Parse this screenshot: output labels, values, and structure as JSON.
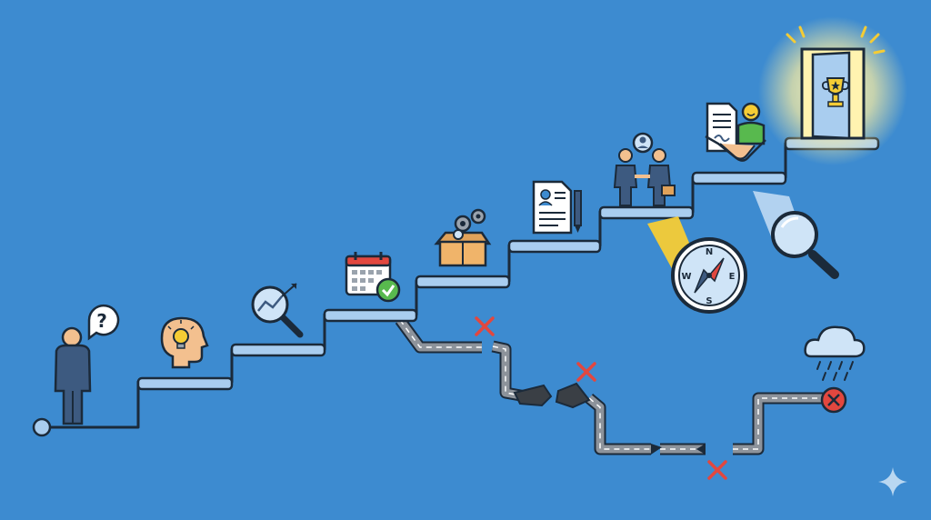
{
  "colors": {
    "background": "#3d8bd0",
    "outline": "#1b2a3a",
    "step_fill": "#a9cdef",
    "road": "#8d939b",
    "road_dash": "#ffffff",
    "fail_red": "#e2473f",
    "success_green": "#58b94e",
    "lamp_yellow": "#f5cc35",
    "door_glow": "#fff3b0",
    "person": "#3d5a80",
    "skin": "#f3c08f"
  },
  "journey": {
    "steps": [
      {
        "name": "idea",
        "icon": "lightbulb-head-icon"
      },
      {
        "name": "research",
        "icon": "magnifier-chart-icon"
      },
      {
        "name": "plan",
        "icon": "calendar-check-icon"
      },
      {
        "name": "build",
        "icon": "box-gears-icon"
      },
      {
        "name": "apply",
        "icon": "resume-document-icon"
      },
      {
        "name": "network",
        "icon": "handshake-people-icon"
      },
      {
        "name": "deal",
        "icon": "contract-handshake-icon"
      },
      {
        "name": "success",
        "icon": "trophy-door-icon"
      }
    ],
    "start_icon": "person-question-icon",
    "guidance_icons": [
      "compass-icon",
      "magnifying-glass-icon"
    ],
    "failure_icons": [
      "x-mark-icon",
      "broken-road-icon",
      "rain-cloud-icon",
      "error-circle-icon"
    ],
    "corner_icon": "sparkle-icon"
  }
}
